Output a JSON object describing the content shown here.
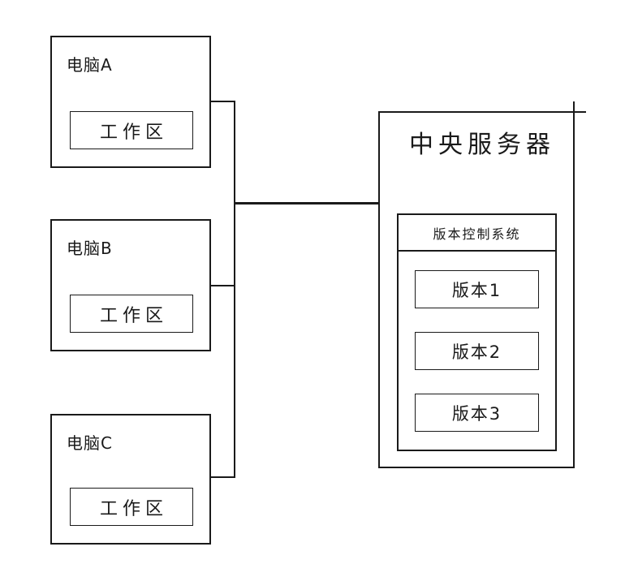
{
  "colors": {
    "line": "#1a1a1a",
    "background": "#ffffff"
  },
  "computers": [
    {
      "label": "电脑A",
      "workspace_label": "工作区"
    },
    {
      "label": "电脑B",
      "workspace_label": "工作区"
    },
    {
      "label": "电脑C",
      "workspace_label": "工作区"
    }
  ],
  "server": {
    "title": "中央服务器",
    "vcs": {
      "header": "版本控制系统",
      "versions": [
        {
          "label": "版本1"
        },
        {
          "label": "版本2"
        },
        {
          "label": "版本3"
        }
      ]
    }
  }
}
